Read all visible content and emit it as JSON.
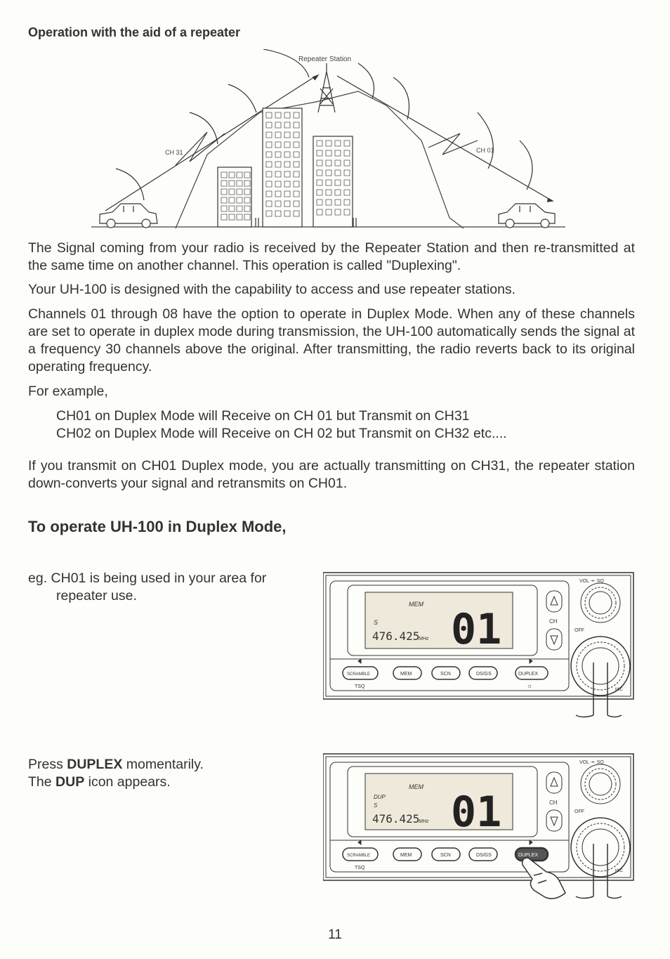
{
  "section_title": "Operation with the aid of a repeater",
  "diagram": {
    "repeater_label": "Repeater Station",
    "left_channel": "CH 31",
    "right_channel": "CH 01"
  },
  "paragraphs": {
    "p1": "The Signal coming from your radio is received by the Repeater Station and then re-transmitted at the same time on another channel. This operation is called \"Duplexing\".",
    "p2": "Your UH-100 is designed with the capability to access and use repeater stations.",
    "p3": "Channels 01 through 08 have the option to operate in Duplex Mode. When any of these channels are set to operate in duplex mode during transmission, the UH-100 automatically sends the signal at a frequency 30 channels above the original. After transmitting, the radio reverts back to its original operating frequency.",
    "p4": "For example,",
    "ex1": "CH01 on Duplex Mode will Receive on CH 01 but Transmit on CH31",
    "ex2": "CH02 on Duplex Mode will Receive on CH 02 but Transmit on CH32 etc....",
    "p5": "If you transmit on CH01 Duplex mode, you are actually transmitting on CH31, the repeater station down-converts your signal and retransmits on CH01."
  },
  "operate_heading": "To operate UH-100 in Duplex Mode,",
  "step1": {
    "line1": "eg. CH01 is being used in your area for",
    "line2": "repeater use."
  },
  "step2": {
    "pre1": "Press ",
    "bold1": "DUPLEX",
    "post1": " momentarily.",
    "pre2": "The ",
    "bold2": "DUP",
    "post2": " icon appears."
  },
  "radio": {
    "mem": "MEM",
    "s": "S",
    "dup": "DUP",
    "frequency": "476.425",
    "unit": "MHz",
    "channel": "01",
    "ch_label": "CH",
    "vol_sq": "VOL -•- SQ",
    "off": "OFF",
    "mic": "MIC",
    "tsq": "TSQ",
    "buttons": [
      "SCRAMBLE",
      "MEM",
      "SCN",
      "DS/GS",
      "DUPLEX"
    ]
  },
  "page_number": "11"
}
